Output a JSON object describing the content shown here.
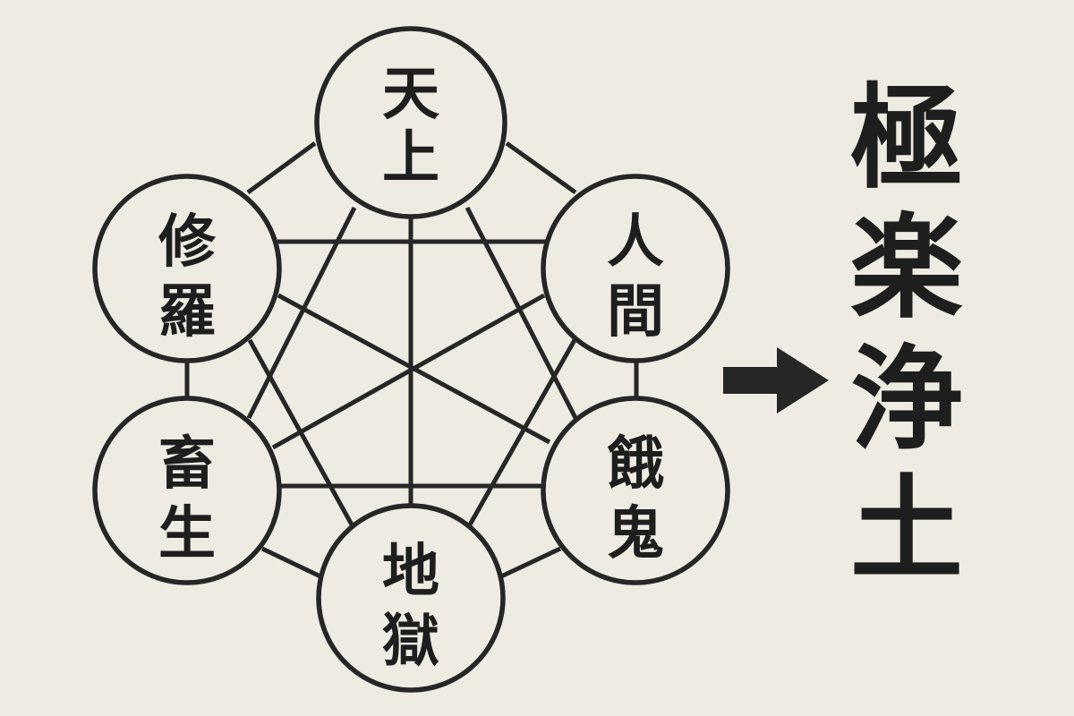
{
  "diagram": {
    "nodes": [
      {
        "id": "tenjo",
        "line1": "天",
        "line2": "上"
      },
      {
        "id": "shura",
        "line1": "修",
        "line2": "羅"
      },
      {
        "id": "ningen",
        "line1": "人",
        "line2": "間"
      },
      {
        "id": "chikusho",
        "line1": "畜",
        "line2": "生"
      },
      {
        "id": "gaki",
        "line1": "餓",
        "line2": "鬼"
      },
      {
        "id": "jigoku",
        "line1": "地",
        "line2": "獄"
      }
    ],
    "arrow_icon": "right-arrow-icon",
    "destination": [
      "極",
      "楽",
      "浄",
      "土"
    ],
    "colors": {
      "background": "#eeebe3",
      "ink": "#262626"
    }
  }
}
